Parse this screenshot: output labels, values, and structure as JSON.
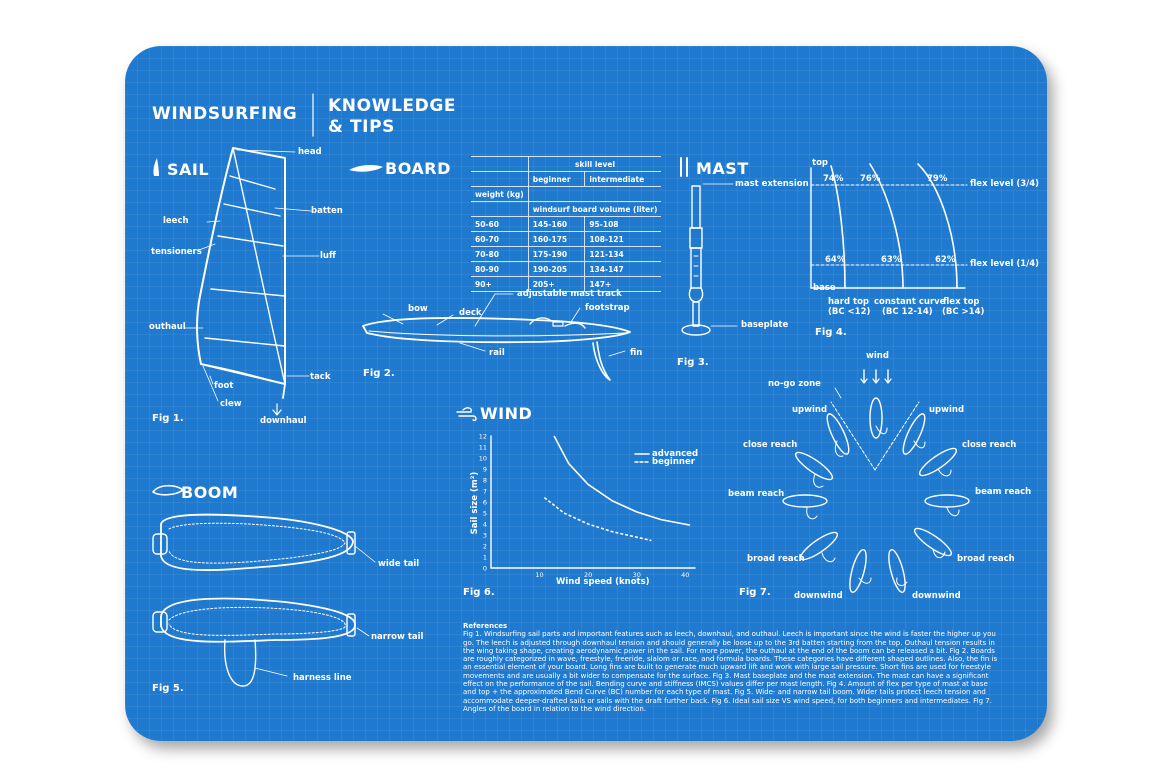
{
  "header": {
    "title_left": "WINDSURFING",
    "title_right_1": "KNOWLEDGE",
    "title_right_2": "& TIPS"
  },
  "sail": {
    "title": "SAIL",
    "labels": {
      "head": "head",
      "leech": "leech",
      "batten": "batten",
      "tensioners": "tensioners",
      "luff": "luff",
      "outhaul": "outhaul",
      "foot": "foot",
      "tack": "tack",
      "clew": "clew",
      "downhaul": "downhaul"
    },
    "fig": "Fig 1."
  },
  "board": {
    "title": "BOARD",
    "labels": {
      "bow": "bow",
      "deck": "deck",
      "mast_track": "adjustable mast track",
      "footstrap": "footstrap",
      "rail": "rail",
      "fin": "fin"
    },
    "fig": "Fig 2."
  },
  "table": {
    "skill_level": "skill level",
    "beginner": "beginner",
    "intermediate": "intermediate",
    "weight": "weight (kg)",
    "volume": "windsurf board volume (liter)",
    "rows": [
      {
        "w": "50-60",
        "b": "145-160",
        "i": "95-108"
      },
      {
        "w": "60-70",
        "b": "160-175",
        "i": "108-121"
      },
      {
        "w": "70-80",
        "b": "175-190",
        "i": "121-134"
      },
      {
        "w": "80-90",
        "b": "190-205",
        "i": "134-147"
      },
      {
        "w": "90+",
        "b": "205+",
        "i": "147+"
      }
    ]
  },
  "mast": {
    "title": "MAST",
    "labels": {
      "extension": "mast extension",
      "baseplate": "baseplate"
    },
    "fig": "Fig 3."
  },
  "flex": {
    "top": "top",
    "base": "base",
    "curves": [
      {
        "top_pct": "74%",
        "base_pct": "64%",
        "name_1": "hard top",
        "name_2": "(BC <12)"
      },
      {
        "top_pct": "76%",
        "base_pct": "63%",
        "name_1": "constant curve",
        "name_2": "(BC 12-14)"
      },
      {
        "top_pct": "79%",
        "base_pct": "62%",
        "name_1": "flex top",
        "name_2": "(BC >14)"
      }
    ],
    "flex_top": "flex level (3/4)",
    "flex_base": "flex level (1/4)",
    "fig": "Fig 4."
  },
  "boom": {
    "title": "BOOM",
    "labels": {
      "wide_tail": "wide tail",
      "narrow_tail": "narrow tail",
      "harness_line": "harness line"
    },
    "fig": "Fig 5."
  },
  "wind": {
    "title": "WIND",
    "fig": "Fig 6."
  },
  "chart_data": {
    "type": "line",
    "title": "",
    "xlabel": "Wind speed (knots)",
    "ylabel": "Sail size (m²)",
    "xlim": [
      0,
      42
    ],
    "ylim": [
      0,
      12
    ],
    "xticks": [
      "10",
      "20",
      "30",
      "40"
    ],
    "yticks": [
      "0",
      "1",
      "2",
      "3",
      "4",
      "5",
      "6",
      "7",
      "8",
      "9",
      "10",
      "11",
      "12"
    ],
    "series": [
      {
        "name": "advanced",
        "x": [
          13,
          16,
          20,
          25,
          30,
          35,
          41
        ],
        "y": [
          12,
          9.5,
          7.6,
          6.1,
          5.1,
          4.4,
          3.9
        ],
        "style": "solid"
      },
      {
        "name": "beginner",
        "x": [
          11,
          15,
          20,
          25,
          30,
          33
        ],
        "y": [
          6.4,
          5.0,
          4.0,
          3.3,
          2.8,
          2.5
        ],
        "style": "dashed"
      }
    ],
    "legend": "top-right",
    "grid": false
  },
  "points": {
    "wind": "wind",
    "no_go": "no-go zone",
    "labels": {
      "upwind_l": "upwind",
      "upwind_r": "upwind",
      "close_l": "close reach",
      "close_r": "close reach",
      "beam_l": "beam reach",
      "beam_r": "beam reach",
      "broad_l": "broad reach",
      "broad_r": "broad reach",
      "down_l": "downwind",
      "down_r": "downwind"
    },
    "fig": "Fig 7."
  },
  "references": {
    "heading": "References",
    "text": "Fig 1. Windsurfing sail parts and important features such as leech, downhaul, and outhaul. Leech is important since the wind is faster the higher up you go. The leech is adjusted through downhaul tension and should generally be loose up to the 3rd batten starting from the top. Outhaul tension results in the wing taking shape, creating aerodynamic power in the sail. For more power, the outhaul at the end of the boom can be released a bit. Fig 2. Boards are roughly categorized in wave, freestyle, freeride, slalom or race, and formula boards. These categories have different shaped outlines. Also, the fin is an essential element of your board. Long fins are built to generate much upward lift and work with large sail pressure. Short fins are used for freestyle movements and are usually a bit wider to compensate for the surface. Fig 3. Mast baseplate and the mast extension. The mast can have a significant effect on the performance of the sail. Bending curve and stiffness (IMCS) values differ per mast length. Fig 4.  Amount of flex per type of mast at base and top + the approximated Bend Curve (BC) number for each type of mast. Fig 5. Wide- and narrow tail boom. Wider tails protect leech tension and accommodate deeper-drafted sails or sails with the draft further back. Fig 6. Ideal sail size VS wind speed, for both beginners and intermediates. Fig 7. Angles of the board in relation to the wind direction."
  },
  "colors": {
    "background": "#1e79cf",
    "line": "#ffffff"
  }
}
